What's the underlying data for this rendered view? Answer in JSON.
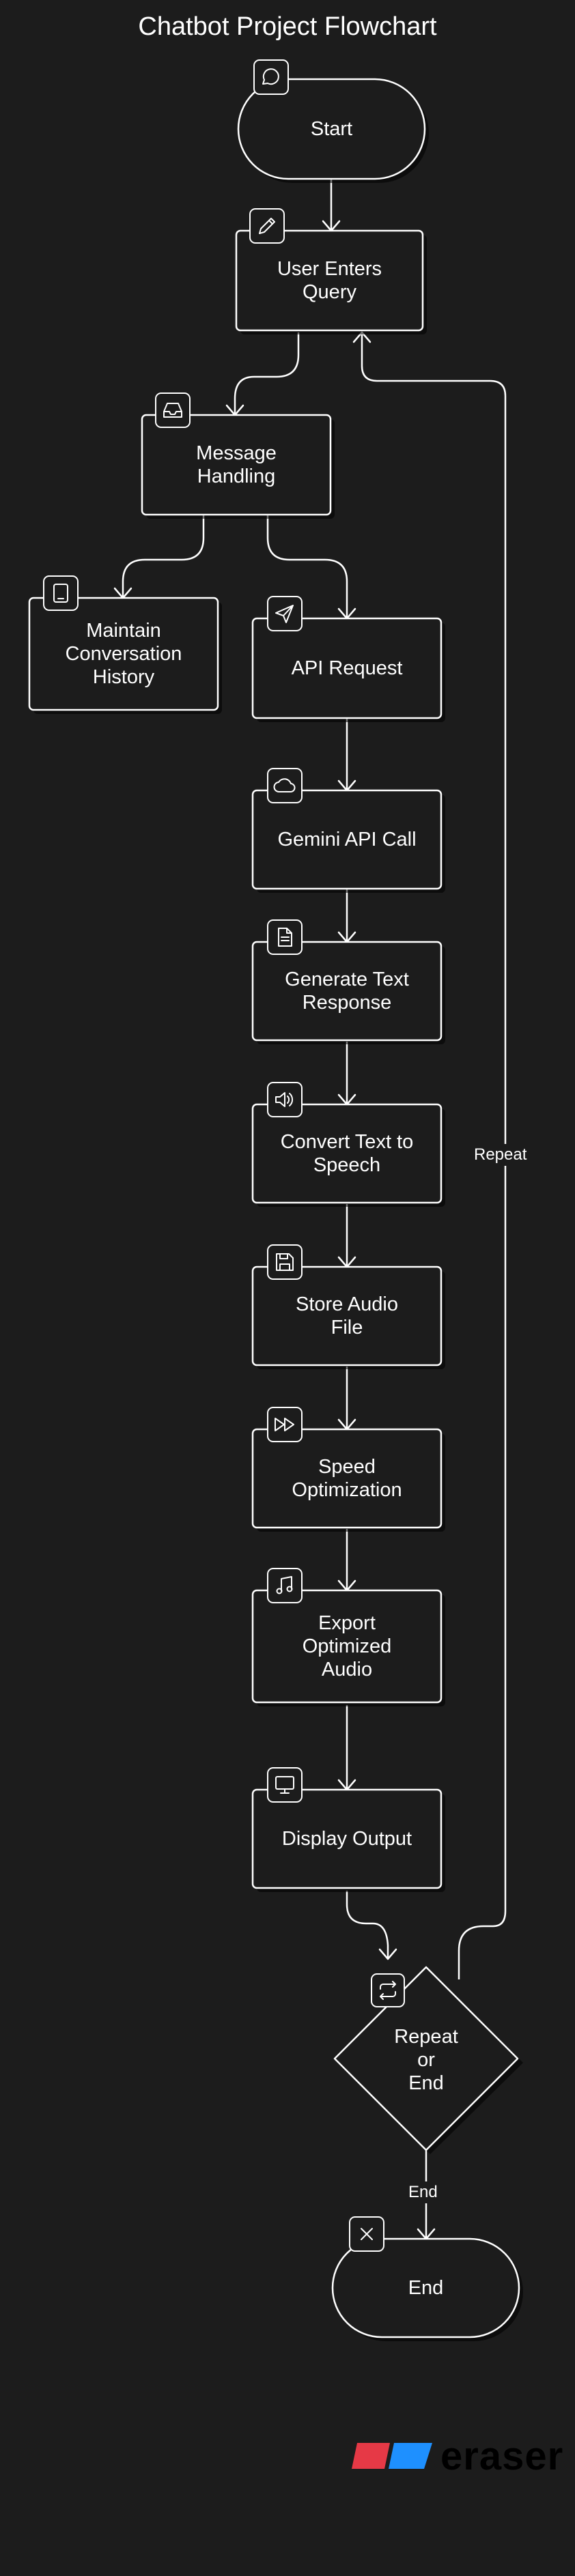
{
  "title": "Chatbot Project Flowchart",
  "nodes": {
    "start": {
      "label": "Start",
      "icon": "chat-bubble-icon"
    },
    "user_query": {
      "label": "User Enters\nQuery",
      "icon": "pencil-icon"
    },
    "message_handling": {
      "label": "Message\nHandling",
      "icon": "inbox-icon"
    },
    "history": {
      "label": "Maintain\nConversation\nHistory",
      "icon": "tablet-icon"
    },
    "api_request": {
      "label": "API Request",
      "icon": "send-icon"
    },
    "gemini": {
      "label": "Gemini API Call",
      "icon": "cloud-icon"
    },
    "generate_text": {
      "label": "Generate Text\nResponse",
      "icon": "document-icon"
    },
    "tts": {
      "label": "Convert Text to\nSpeech",
      "icon": "speaker-icon"
    },
    "store_audio": {
      "label": "Store Audio\nFile",
      "icon": "save-icon"
    },
    "speed": {
      "label": "Speed\nOptimization",
      "icon": "fast-forward-icon"
    },
    "export_audio": {
      "label": "Export\nOptimized\nAudio",
      "icon": "music-note-icon"
    },
    "display": {
      "label": "Display Output",
      "icon": "monitor-icon"
    },
    "decision": {
      "label": "Repeat\nor\nEnd",
      "icon": "repeat-icon"
    },
    "end": {
      "label": "End",
      "icon": "close-icon"
    }
  },
  "edge_labels": {
    "repeat": "Repeat",
    "end": "End"
  },
  "brand": {
    "name": "eraser",
    "colors": [
      "#e63946",
      "#1e90ff"
    ]
  }
}
